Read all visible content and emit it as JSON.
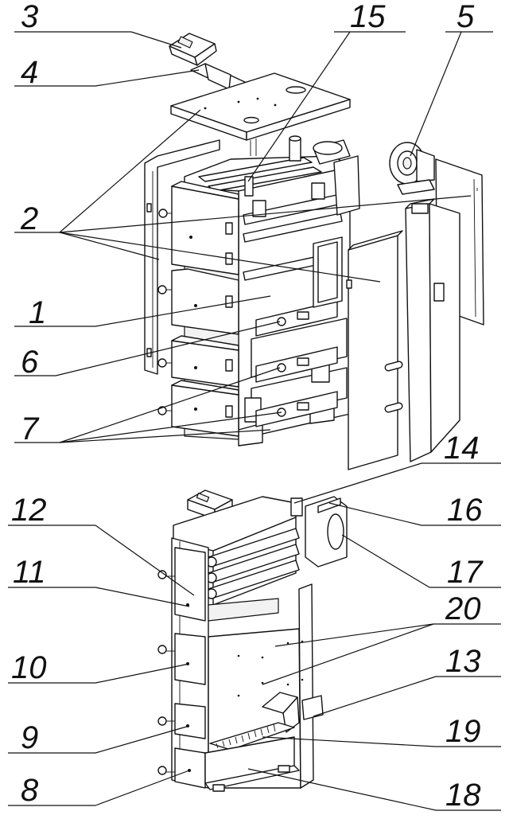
{
  "diagram": {
    "callouts": [
      {
        "id": "3"
      },
      {
        "id": "4"
      },
      {
        "id": "15"
      },
      {
        "id": "5"
      },
      {
        "id": "2"
      },
      {
        "id": "1"
      },
      {
        "id": "6"
      },
      {
        "id": "7"
      },
      {
        "id": "14"
      },
      {
        "id": "12"
      },
      {
        "id": "16"
      },
      {
        "id": "11"
      },
      {
        "id": "17"
      },
      {
        "id": "20"
      },
      {
        "id": "10"
      },
      {
        "id": "13"
      },
      {
        "id": "9"
      },
      {
        "id": "19"
      },
      {
        "id": "8"
      },
      {
        "id": "18"
      }
    ]
  }
}
